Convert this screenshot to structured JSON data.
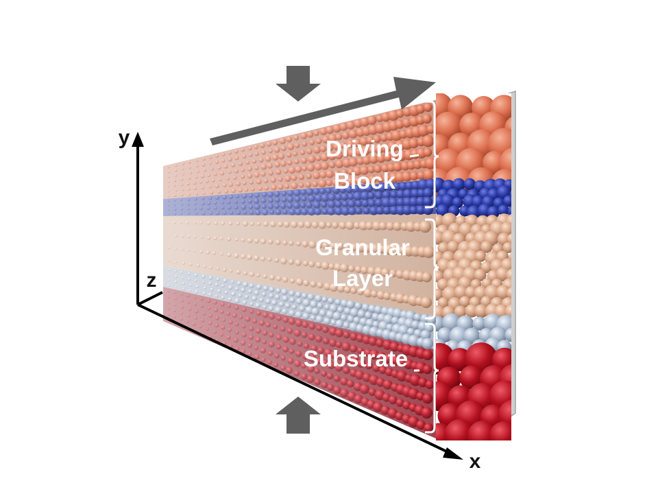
{
  "diagram": {
    "labels": {
      "driving_line1": "Driving",
      "driving_line2": "Block",
      "granular_line1": "Granular",
      "granular_line2": "Layer",
      "substrate": "Substrate"
    },
    "axes": {
      "x": "x",
      "y": "y",
      "z": "z"
    },
    "colors": {
      "driving_block": "#e0775a",
      "driving_face": "#d86a4a",
      "blue_layer": "#2c3a9a",
      "granular": "#d8a88a",
      "grey_layer": "#a9b7cc",
      "substrate": "#b01020",
      "wall": "#c8c8c8",
      "arrow": "#5f5f5f"
    }
  }
}
